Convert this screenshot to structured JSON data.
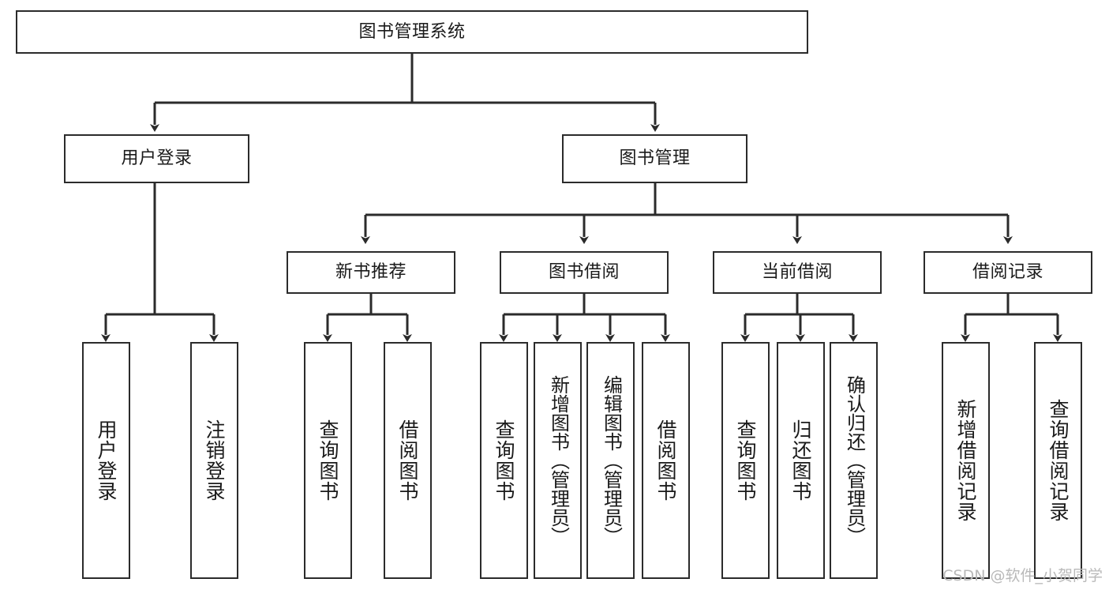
{
  "diagram": {
    "type": "tree-hierarchy",
    "title": "图书管理系统",
    "watermark": "CSDN @软件_小贺同学",
    "colors": {
      "box_border": "#2b2b2b",
      "box_fill": "#ffffff",
      "connector": "#2b2b2b",
      "text": "#1a1a1a",
      "watermark": "#b9b9b9"
    },
    "levels": [
      {
        "level": 1,
        "nodes": [
          {
            "id": "root",
            "label": "图书管理系统",
            "orientation": "horizontal"
          }
        ]
      },
      {
        "level": 2,
        "nodes": [
          {
            "id": "login",
            "label": "用户登录",
            "orientation": "horizontal",
            "parent": "root"
          },
          {
            "id": "bookmgmt",
            "label": "图书管理",
            "orientation": "horizontal",
            "parent": "root"
          }
        ]
      },
      {
        "level": 3,
        "nodes": [
          {
            "id": "newbook",
            "label": "新书推荐",
            "orientation": "horizontal",
            "parent": "bookmgmt"
          },
          {
            "id": "borrow",
            "label": "图书借阅",
            "orientation": "horizontal",
            "parent": "bookmgmt"
          },
          {
            "id": "current",
            "label": "当前借阅",
            "orientation": "horizontal",
            "parent": "bookmgmt"
          },
          {
            "id": "record",
            "label": "借阅记录",
            "orientation": "horizontal",
            "parent": "bookmgmt"
          }
        ]
      },
      {
        "level": 4,
        "nodes": [
          {
            "id": "leaf-1",
            "label": "用户登录",
            "orientation": "vertical",
            "parent": "login"
          },
          {
            "id": "leaf-2",
            "label": "注销登录",
            "orientation": "vertical",
            "parent": "login"
          },
          {
            "id": "leaf-3",
            "label": "查询图书",
            "orientation": "vertical",
            "parent": "newbook"
          },
          {
            "id": "leaf-4",
            "label": "借阅图书",
            "orientation": "vertical",
            "parent": "newbook"
          },
          {
            "id": "leaf-5",
            "label": "查询图书",
            "orientation": "vertical",
            "parent": "borrow"
          },
          {
            "id": "leaf-6",
            "label": "新增图书（管理员）",
            "orientation": "vertical",
            "parent": "borrow"
          },
          {
            "id": "leaf-7",
            "label": "编辑图书（管理员）",
            "orientation": "vertical",
            "parent": "borrow"
          },
          {
            "id": "leaf-8",
            "label": "借阅图书",
            "orientation": "vertical",
            "parent": "borrow"
          },
          {
            "id": "leaf-9",
            "label": "查询图书",
            "orientation": "vertical",
            "parent": "current"
          },
          {
            "id": "leaf-10",
            "label": "归还图书",
            "orientation": "vertical",
            "parent": "current"
          },
          {
            "id": "leaf-11",
            "label": "确认归还（管理员）",
            "orientation": "vertical",
            "parent": "current"
          },
          {
            "id": "leaf-12",
            "label": "新增借阅记录",
            "orientation": "vertical",
            "parent": "record"
          },
          {
            "id": "leaf-13",
            "label": "查询借阅记录",
            "orientation": "vertical",
            "parent": "record"
          }
        ]
      }
    ]
  }
}
